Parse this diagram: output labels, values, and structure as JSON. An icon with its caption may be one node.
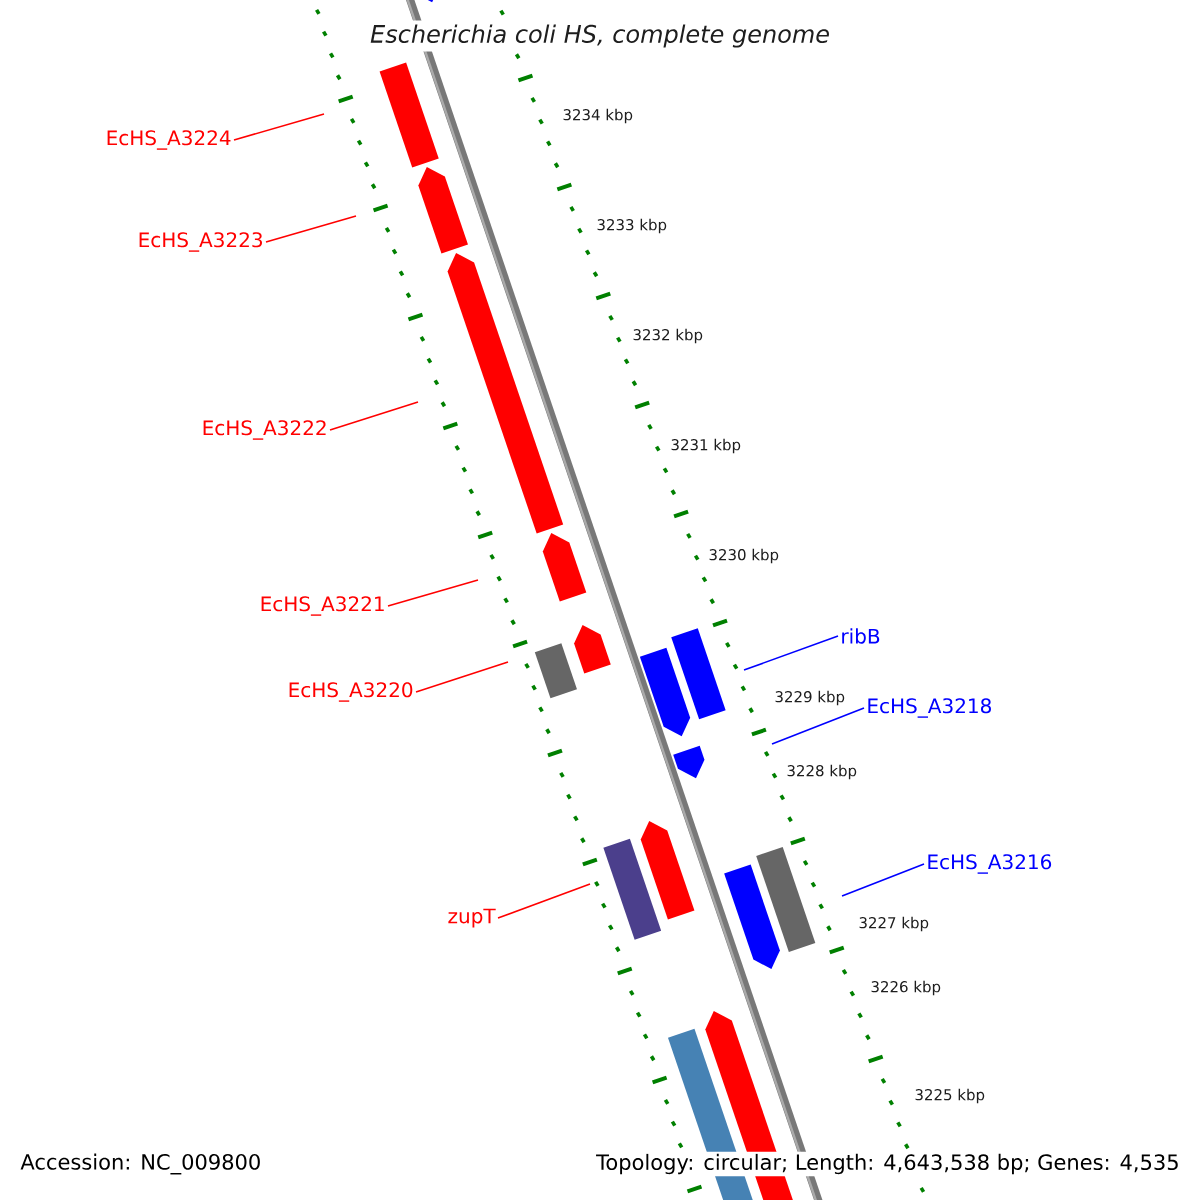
{
  "diagram": {
    "title": "Escherichia coli HS, complete genome",
    "nodes": [
      {
        "text": [
          "EcHS_A3224"
        ]
      },
      {
        "text": [
          "EcHS_A3223"
        ]
      },
      {
        "text": [
          "EcHS_A3222"
        ]
      },
      {
        "text": [
          "EcHS_A3221"
        ]
      },
      {
        "text": [
          "EcHS_A3220"
        ]
      },
      {
        "text": [
          "zupT"
        ]
      },
      {
        "text": [
          "ribB"
        ]
      },
      {
        "text": [
          "EcHS_A3218"
        ]
      },
      {
        "text": [
          "EcHS_A3216"
        ]
      }
    ],
    "edges": [
      {
        "from": 0,
        "to": null,
        "arrow": "none"
      },
      {
        "from": 1,
        "to": null,
        "arrow": "none"
      },
      {
        "from": 2,
        "to": null,
        "arrow": "none"
      },
      {
        "from": 3,
        "to": null,
        "arrow": "none"
      },
      {
        "from": 4,
        "to": null,
        "arrow": "none"
      },
      {
        "from": 5,
        "to": null,
        "arrow": "none"
      },
      {
        "from": 6,
        "to": null,
        "arrow": "none",
        "color": "#0000ff"
      },
      {
        "from": 7,
        "to": null,
        "arrow": "none",
        "color": "#0000ff"
      },
      {
        "from": 8,
        "to": null,
        "arrow": "none",
        "color": "#0000ff"
      }
    ],
    "labels": [
      "3234 kbp",
      "3233 kbp",
      "3232 kbp",
      "3231 kbp",
      "3230 kbp",
      "3229 kbp",
      "3228 kbp",
      "3227 kbp",
      "3226 kbp",
      "3225 kbp",
      "Accession: NC_009800",
      "Topology: circular; Length: 4,643,538 bp; Genes: 4,535"
    ]
  }
}
